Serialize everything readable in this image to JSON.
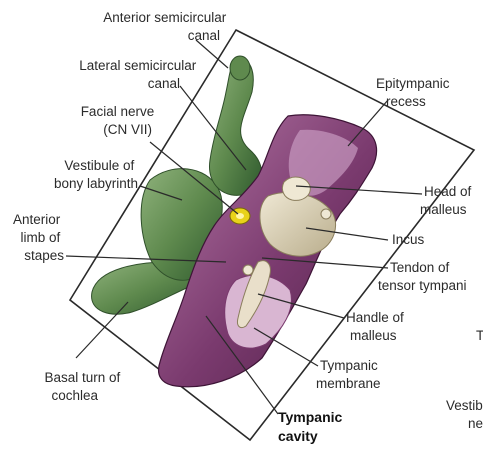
{
  "labels": {
    "anterior_semicircular_canal": [
      "Anterior semicircular",
      "canal"
    ],
    "lateral_semicircular_canal": [
      "Lateral semicircular",
      "canal"
    ],
    "facial_nerve": [
      "Facial nerve",
      "(CN VII)"
    ],
    "vestibule": [
      "Vestibule of",
      "bony labyrinth"
    ],
    "anterior_limb_stapes": [
      "Anterior",
      "limb of",
      "stapes"
    ],
    "basal_turn_cochlea": [
      "Basal turn of",
      "cochlea"
    ],
    "epitympanic_recess": [
      "Epitympanic",
      "recess"
    ],
    "head_of_malleus": [
      "Head of",
      "malleus"
    ],
    "incus": [
      "Incus"
    ],
    "tendon_tensor_tympani": [
      "Tendon of",
      "tensor tympani"
    ],
    "handle_of_malleus": [
      "Handle of",
      "malleus"
    ],
    "tympanic_membrane": [
      "Tympanic",
      "membrane"
    ],
    "tympanic_cavity": [
      "Tympanic",
      "cavity"
    ]
  },
  "edge_fragments": {
    "right_t": "T",
    "vestib": "Vestib",
    "ne": "ne"
  },
  "colors": {
    "labyrinth_green": "#5f8a4e",
    "labyrinth_dark": "#2f5a2e",
    "cavity_purple": "#7a3a6e",
    "cavity_light": "#c89ac0",
    "ossicle_tan": "#d8ceb4",
    "nerve_yellow": "#e8d21a"
  }
}
